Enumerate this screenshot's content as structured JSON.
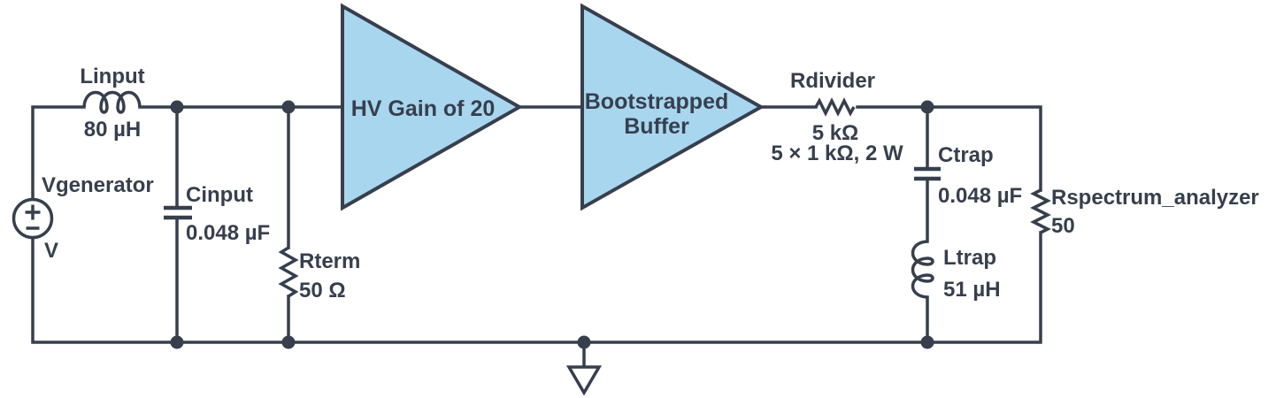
{
  "diagram": {
    "type": "circuit-schematic",
    "colors": {
      "line": "#373f4d",
      "amp_fill": "#a9d6ef",
      "background": "#ffffff"
    },
    "components": {
      "vgenerator": {
        "label": "Vgenerator",
        "value": "V"
      },
      "linput": {
        "label": "Linput",
        "value": "80 µH"
      },
      "cinput": {
        "label": "Cinput",
        "value": "0.048 µF"
      },
      "rterm": {
        "label": "Rterm",
        "value": "50 Ω"
      },
      "hv_amp": {
        "label": "HV Gain of 20"
      },
      "buffer_amp": {
        "label_line1": "Bootstrapped",
        "label_line2": "Buffer"
      },
      "rdivider": {
        "label": "Rdivider",
        "value": "5 kΩ",
        "note": "5 × 1 kΩ, 2 W"
      },
      "ctrap": {
        "label": "Ctrap",
        "value": "0.048 µF"
      },
      "ltrap": {
        "label": "Ltrap",
        "value": "51 µH"
      },
      "rspectrum_analyzer": {
        "label": "Rspectrum_analyzer",
        "value": "50"
      }
    }
  }
}
